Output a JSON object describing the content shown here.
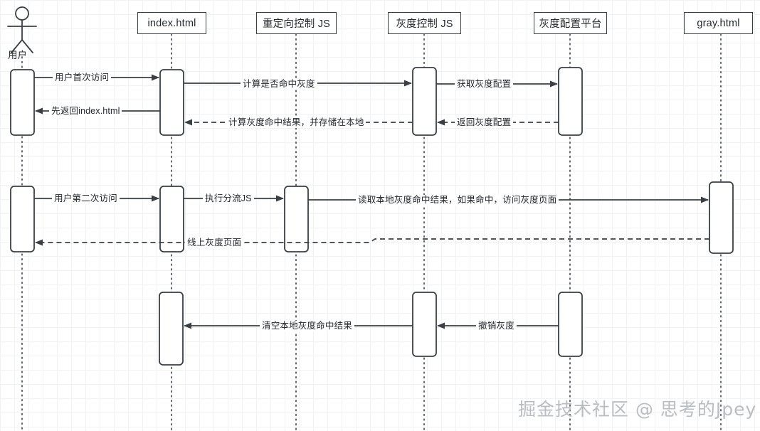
{
  "diagram": {
    "kind": "sequence-diagram",
    "background": "#ffffff",
    "grid_color": "#e8eaed",
    "line_color": "#3a3f45",
    "text_color": "#24292e"
  },
  "actor": {
    "label": "用户",
    "icon": "stick-figure-actor"
  },
  "participants": [
    {
      "id": "index",
      "label": "index.html"
    },
    {
      "id": "redirect",
      "label": "重定向控制 JS"
    },
    {
      "id": "grayctrl",
      "label": "灰度控制 JS"
    },
    {
      "id": "grayconf",
      "label": "灰度配置平台"
    },
    {
      "id": "gray",
      "label": "gray.html"
    }
  ],
  "messages": [
    {
      "id": "m1",
      "label": "用户首次访问",
      "style": "solid",
      "direction": "right"
    },
    {
      "id": "m2",
      "label": "计算是否命中灰度",
      "style": "solid",
      "direction": "right"
    },
    {
      "id": "m3",
      "label": "获取灰度配置",
      "style": "solid",
      "direction": "right"
    },
    {
      "id": "m4",
      "label": "返回灰度配置",
      "style": "dashed",
      "direction": "left"
    },
    {
      "id": "m5",
      "label": "计算灰度命中结果，并存储在本地",
      "style": "dashed",
      "direction": "left"
    },
    {
      "id": "m6",
      "label": "先返回index.html",
      "style": "solid",
      "direction": "left"
    },
    {
      "id": "m7",
      "label": "用户第二次访问",
      "style": "solid",
      "direction": "right"
    },
    {
      "id": "m8",
      "label": "执行分流JS",
      "style": "solid",
      "direction": "right"
    },
    {
      "id": "m9",
      "label": "读取本地灰度命中结果，如果命中，访问灰度页面",
      "style": "solid",
      "direction": "right"
    },
    {
      "id": "m10",
      "label": "线上灰度页面",
      "style": "dashed",
      "direction": "left"
    },
    {
      "id": "m11",
      "label": "撤销灰度",
      "style": "solid",
      "direction": "left"
    },
    {
      "id": "m12",
      "label": "清空本地灰度命中结果",
      "style": "solid",
      "direction": "left"
    }
  ],
  "watermark": {
    "text": "掘金技术社区 @ 思考的Jpey"
  }
}
